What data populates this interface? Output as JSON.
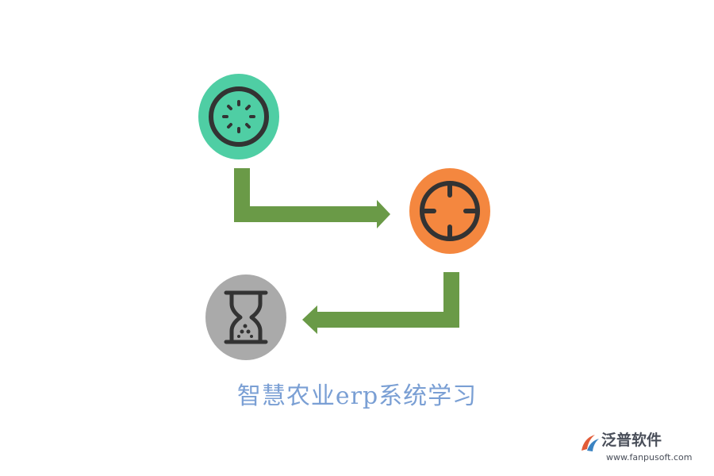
{
  "diagram": {
    "nodes": [
      {
        "id": "node-1",
        "icon": "kiwi-slice-icon",
        "color": "#4fcea4"
      },
      {
        "id": "node-2",
        "icon": "crosshair-icon",
        "color": "#f4873f"
      },
      {
        "id": "node-3",
        "icon": "hourglass-icon",
        "color": "#aaaaaa"
      }
    ],
    "connector_color": "#6a9a47",
    "icon_stroke_color": "#333333"
  },
  "caption": {
    "text": "智慧农业erp系统学习",
    "color": "#7a9fd4"
  },
  "brand": {
    "name": "泛普软件",
    "url": "www.fanpusoft.com",
    "logo_icon": "fanpu-logo-icon",
    "logo_colors": [
      "#e25c38",
      "#3a83c2"
    ]
  }
}
